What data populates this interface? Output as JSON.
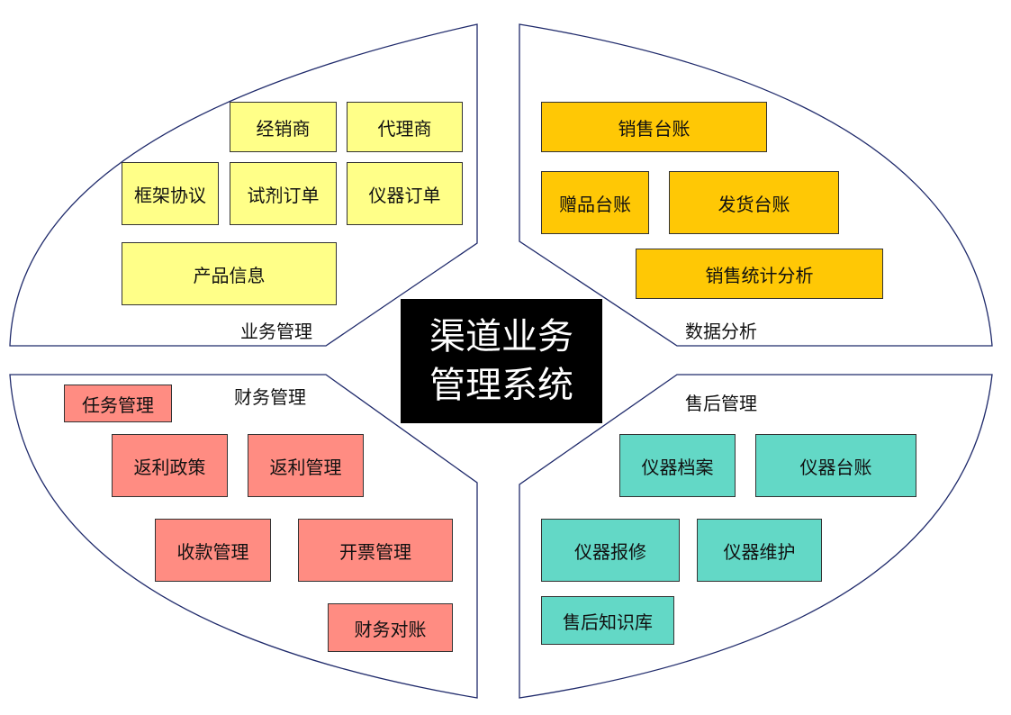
{
  "title": {
    "line1": "渠道业务",
    "line2": "管理系统"
  },
  "quadrants": {
    "business": {
      "label": "业务管理",
      "items": {
        "dealer": "经销商",
        "agent": "代理商",
        "framework": "框架协议",
        "reagent_order": "试剂订单",
        "instrument_order": "仪器订单",
        "product_info": "产品信息"
      }
    },
    "data": {
      "label": "数据分析",
      "items": {
        "sales_ledger": "销售台账",
        "gift_ledger": "赠品台账",
        "shipping_ledger": "发货台账",
        "sales_stats": "销售统计分析"
      }
    },
    "finance": {
      "label": "财务管理",
      "items": {
        "task": "任务管理",
        "rebate_policy": "返利政策",
        "rebate_mgmt": "返利管理",
        "payment": "收款管理",
        "invoice": "开票管理",
        "reconcile": "财务对账"
      }
    },
    "after_sales": {
      "label": "售后管理",
      "items": {
        "archive": "仪器档案",
        "ledger": "仪器台账",
        "repair": "仪器报修",
        "maintenance": "仪器维护",
        "knowledge": "售后知识库"
      }
    }
  },
  "colors": {
    "business": "#ffff88",
    "data": "#ffc805",
    "finance": "#ff8c82",
    "after_sales": "#63d8c6",
    "center": "#000000",
    "outline": "#1f2a6b"
  }
}
